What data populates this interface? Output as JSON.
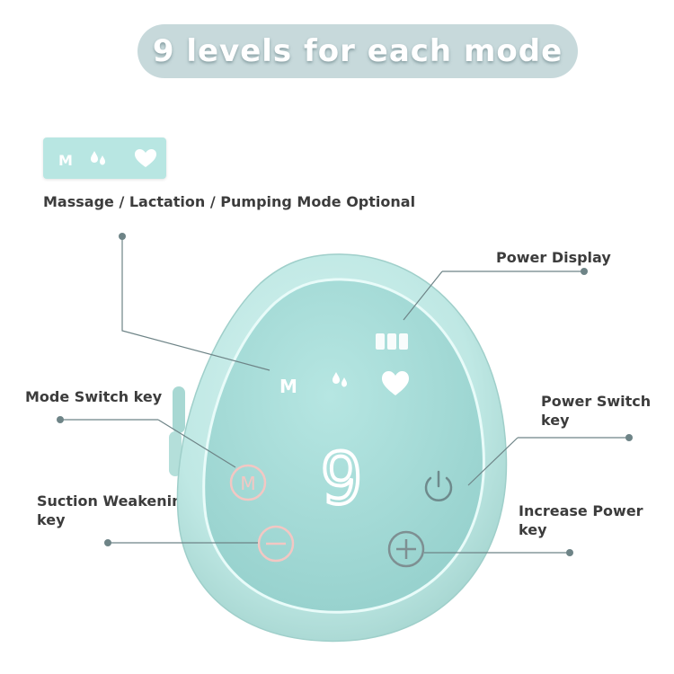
{
  "banner": {
    "title": "9 levels for each mode"
  },
  "mode_chip": {
    "icons": [
      "M",
      "lactation-drops-icon",
      "heart-icon"
    ]
  },
  "labels": {
    "mode_optional": "Massage / Lactation / Pumping Mode Optional",
    "power_display": "Power Display",
    "mode_switch": "Mode Switch key",
    "power_switch": "Power Switch\nkey",
    "suction_weakening": "Suction Weakening\nkey",
    "increase_power": "Increase Power\nkey"
  },
  "device": {
    "level_value": "9",
    "mode_letter": "M",
    "button_letter": "M",
    "battery_bars": 3
  },
  "colors": {
    "banner_bg": "#c7d9db",
    "chip_bg": "#b8e6e2",
    "device_shell": "#bfe8e4",
    "device_panel": "#a4dbd7",
    "text": "#3c3c3c"
  }
}
